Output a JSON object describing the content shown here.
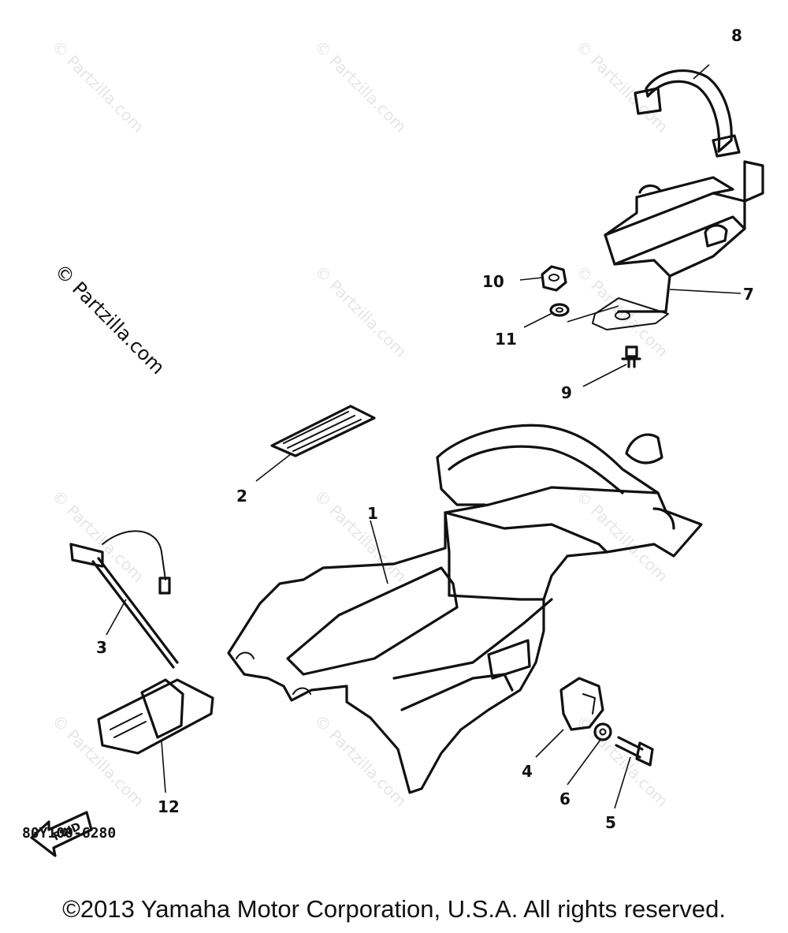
{
  "watermark": {
    "text": "© Partzilla.com",
    "color": "#e6e6e6"
  },
  "callouts": {
    "c1": "1",
    "c2": "2",
    "c3": "3",
    "c4": "4",
    "c5": "5",
    "c6": "6",
    "c7": "7",
    "c8": "8",
    "c9": "9",
    "c10": "10",
    "c11": "11",
    "c12": "12"
  },
  "fwd_label": "FWD",
  "diagram_code": "80Y100-6280",
  "copyright": "©2013 Yamaha Motor Corporation, U.S.A. All rights reserved."
}
